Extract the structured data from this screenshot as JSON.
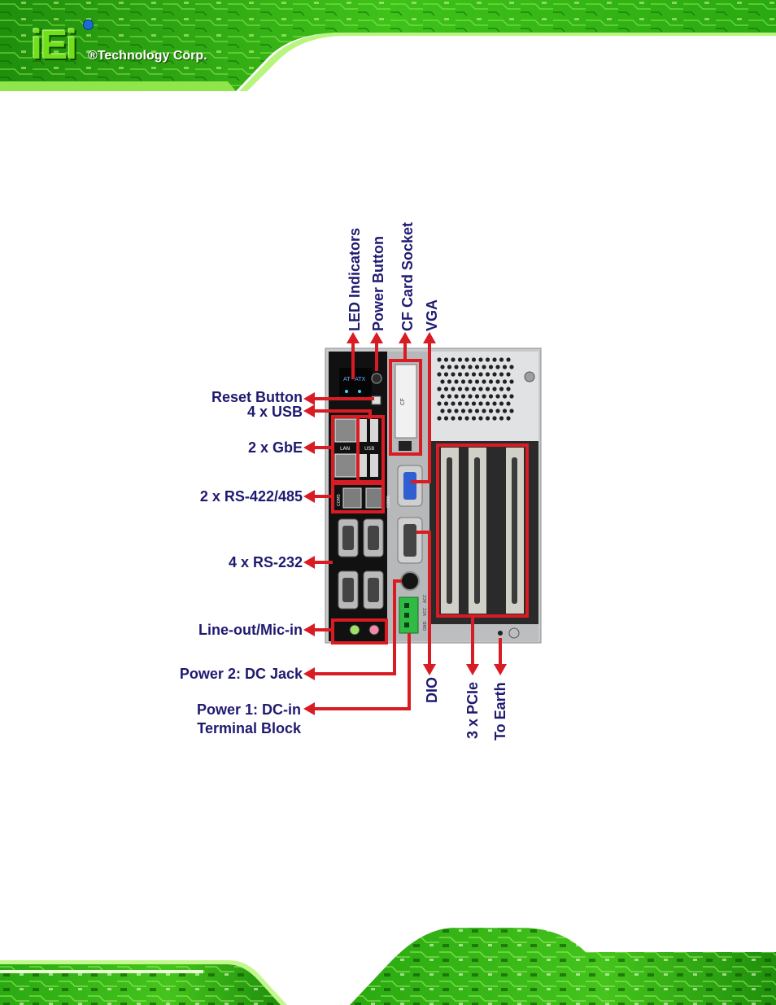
{
  "header": {
    "logo_mark": "iEi",
    "company": "®Technology Corp."
  },
  "colors": {
    "callout_red": "#d91c24",
    "label_navy": "#1f1a70",
    "pcb_green": "#2fae12",
    "chassis_gray": "#c8c9cb",
    "panel_black": "#111111"
  },
  "figure": {
    "labels": {
      "led_indicators": "LED Indicators",
      "power_button": "Power Button",
      "cf_card_socket": "CF Card Socket",
      "vga": "VGA",
      "reset_button": "Reset Button",
      "usb": "4 x USB",
      "gbe": "2 x GbE",
      "rs422": "2 x RS-422/485",
      "rs232": "4 x RS-232",
      "audio": "Line-out/Mic-in",
      "power2": "Power 2: DC Jack",
      "power1_line1": "Power 1: DC-in",
      "power1_line2": "Terminal Block",
      "dio": "DIO",
      "pcie": "3 x PCIe",
      "earth": "To Earth"
    },
    "panel_print": {
      "at": "AT",
      "atx": "ATX",
      "cf": "CF",
      "lan": "LAN",
      "usb": "USB",
      "com5": "COM5",
      "com6": "COM6",
      "gnd": "GND",
      "vcc": "VCC",
      "acc": "ACC"
    }
  }
}
